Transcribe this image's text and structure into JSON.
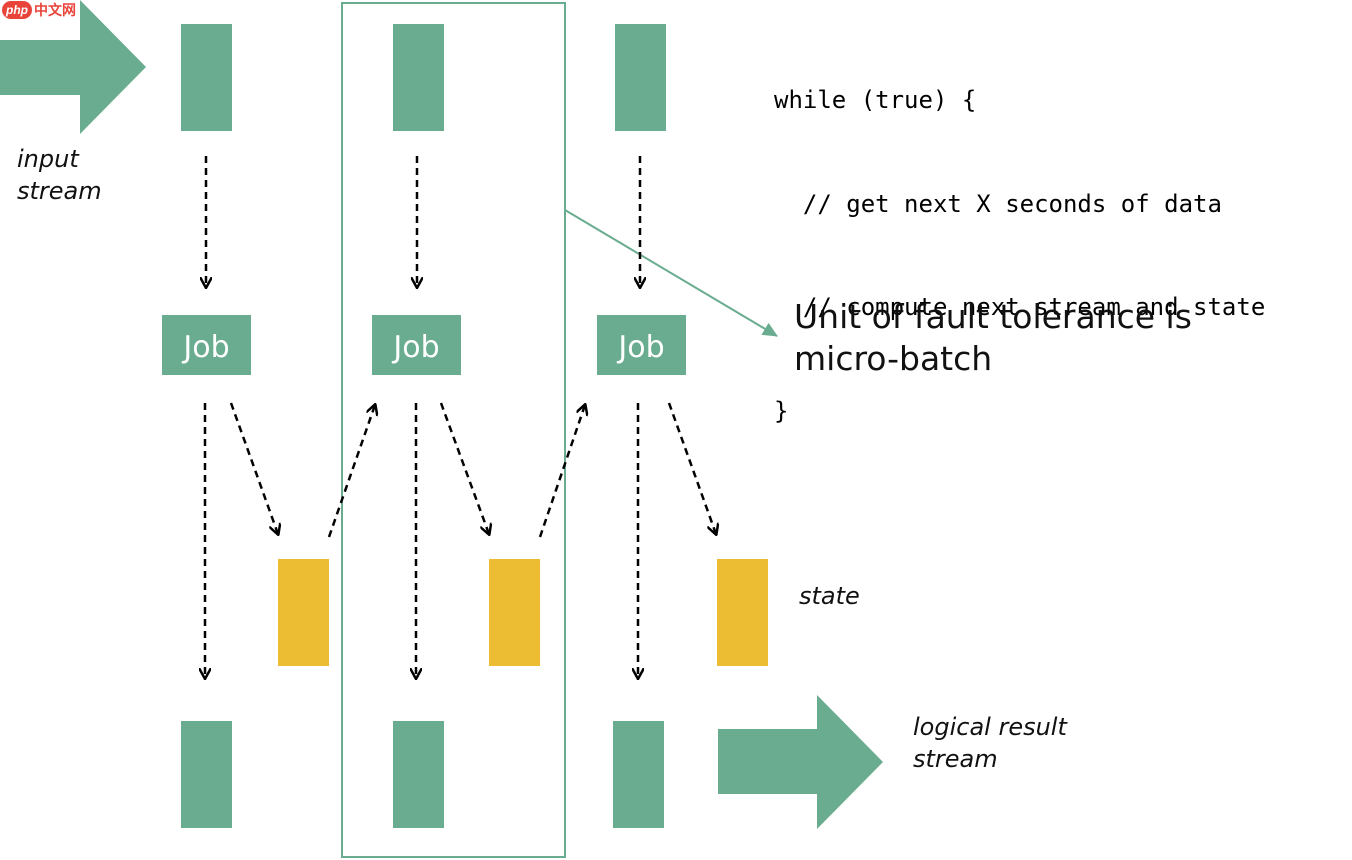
{
  "watermark": {
    "badge": "php",
    "text": "中文网"
  },
  "code": {
    "lines": [
      "while (true) {",
      "  // get next X seconds of data",
      "  // compute next stream and state",
      "}"
    ]
  },
  "labels": {
    "input_stream": [
      "input",
      "stream"
    ],
    "state": "state",
    "result_stream": [
      "logical result",
      "stream"
    ],
    "callout": [
      "Unit of fault tolerance is",
      "micro-batch"
    ]
  },
  "jobs": [
    "Job",
    "Job",
    "Job"
  ],
  "colors": {
    "stream_block": "#6aac8f",
    "state_block": "#ecbd32",
    "highlight_border": "#6aac8f",
    "arrow": "#000000"
  }
}
